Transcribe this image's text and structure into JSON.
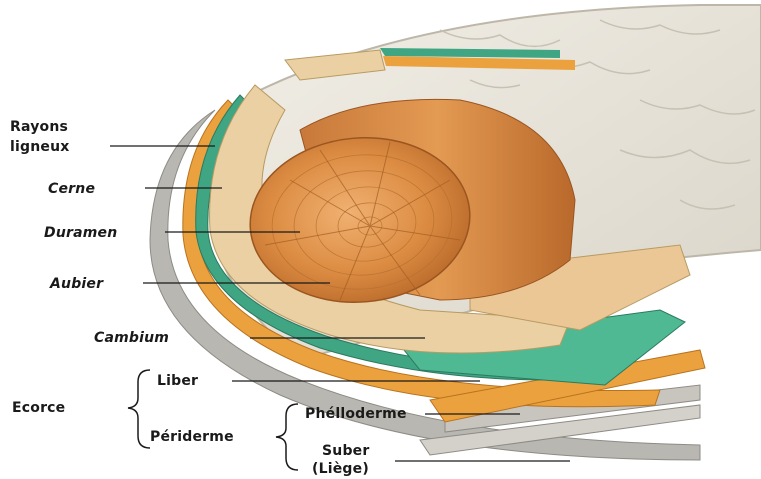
{
  "labels": {
    "rayons": "Rayons",
    "ligneux": "ligneux",
    "cerne": "Cerne",
    "duramen": "Duramen",
    "aubier": "Aubier",
    "cambium": "Cambium",
    "liber": "Liber",
    "ecorce": "Ecorce",
    "periderme": "Périderme",
    "phelloderme": "Phélloderme",
    "suber": "Suber",
    "liege": "(Liège)"
  },
  "colors": {
    "bark": "#e9e5db",
    "bark_line": "#b9b3a6",
    "heartwood": "#d98a3f",
    "sapwood": "#ead0a2",
    "cambium": "#3fa583",
    "liber": "#eba13d",
    "phelloderme": "#e3c07a",
    "suber": "#b9b7b2"
  }
}
